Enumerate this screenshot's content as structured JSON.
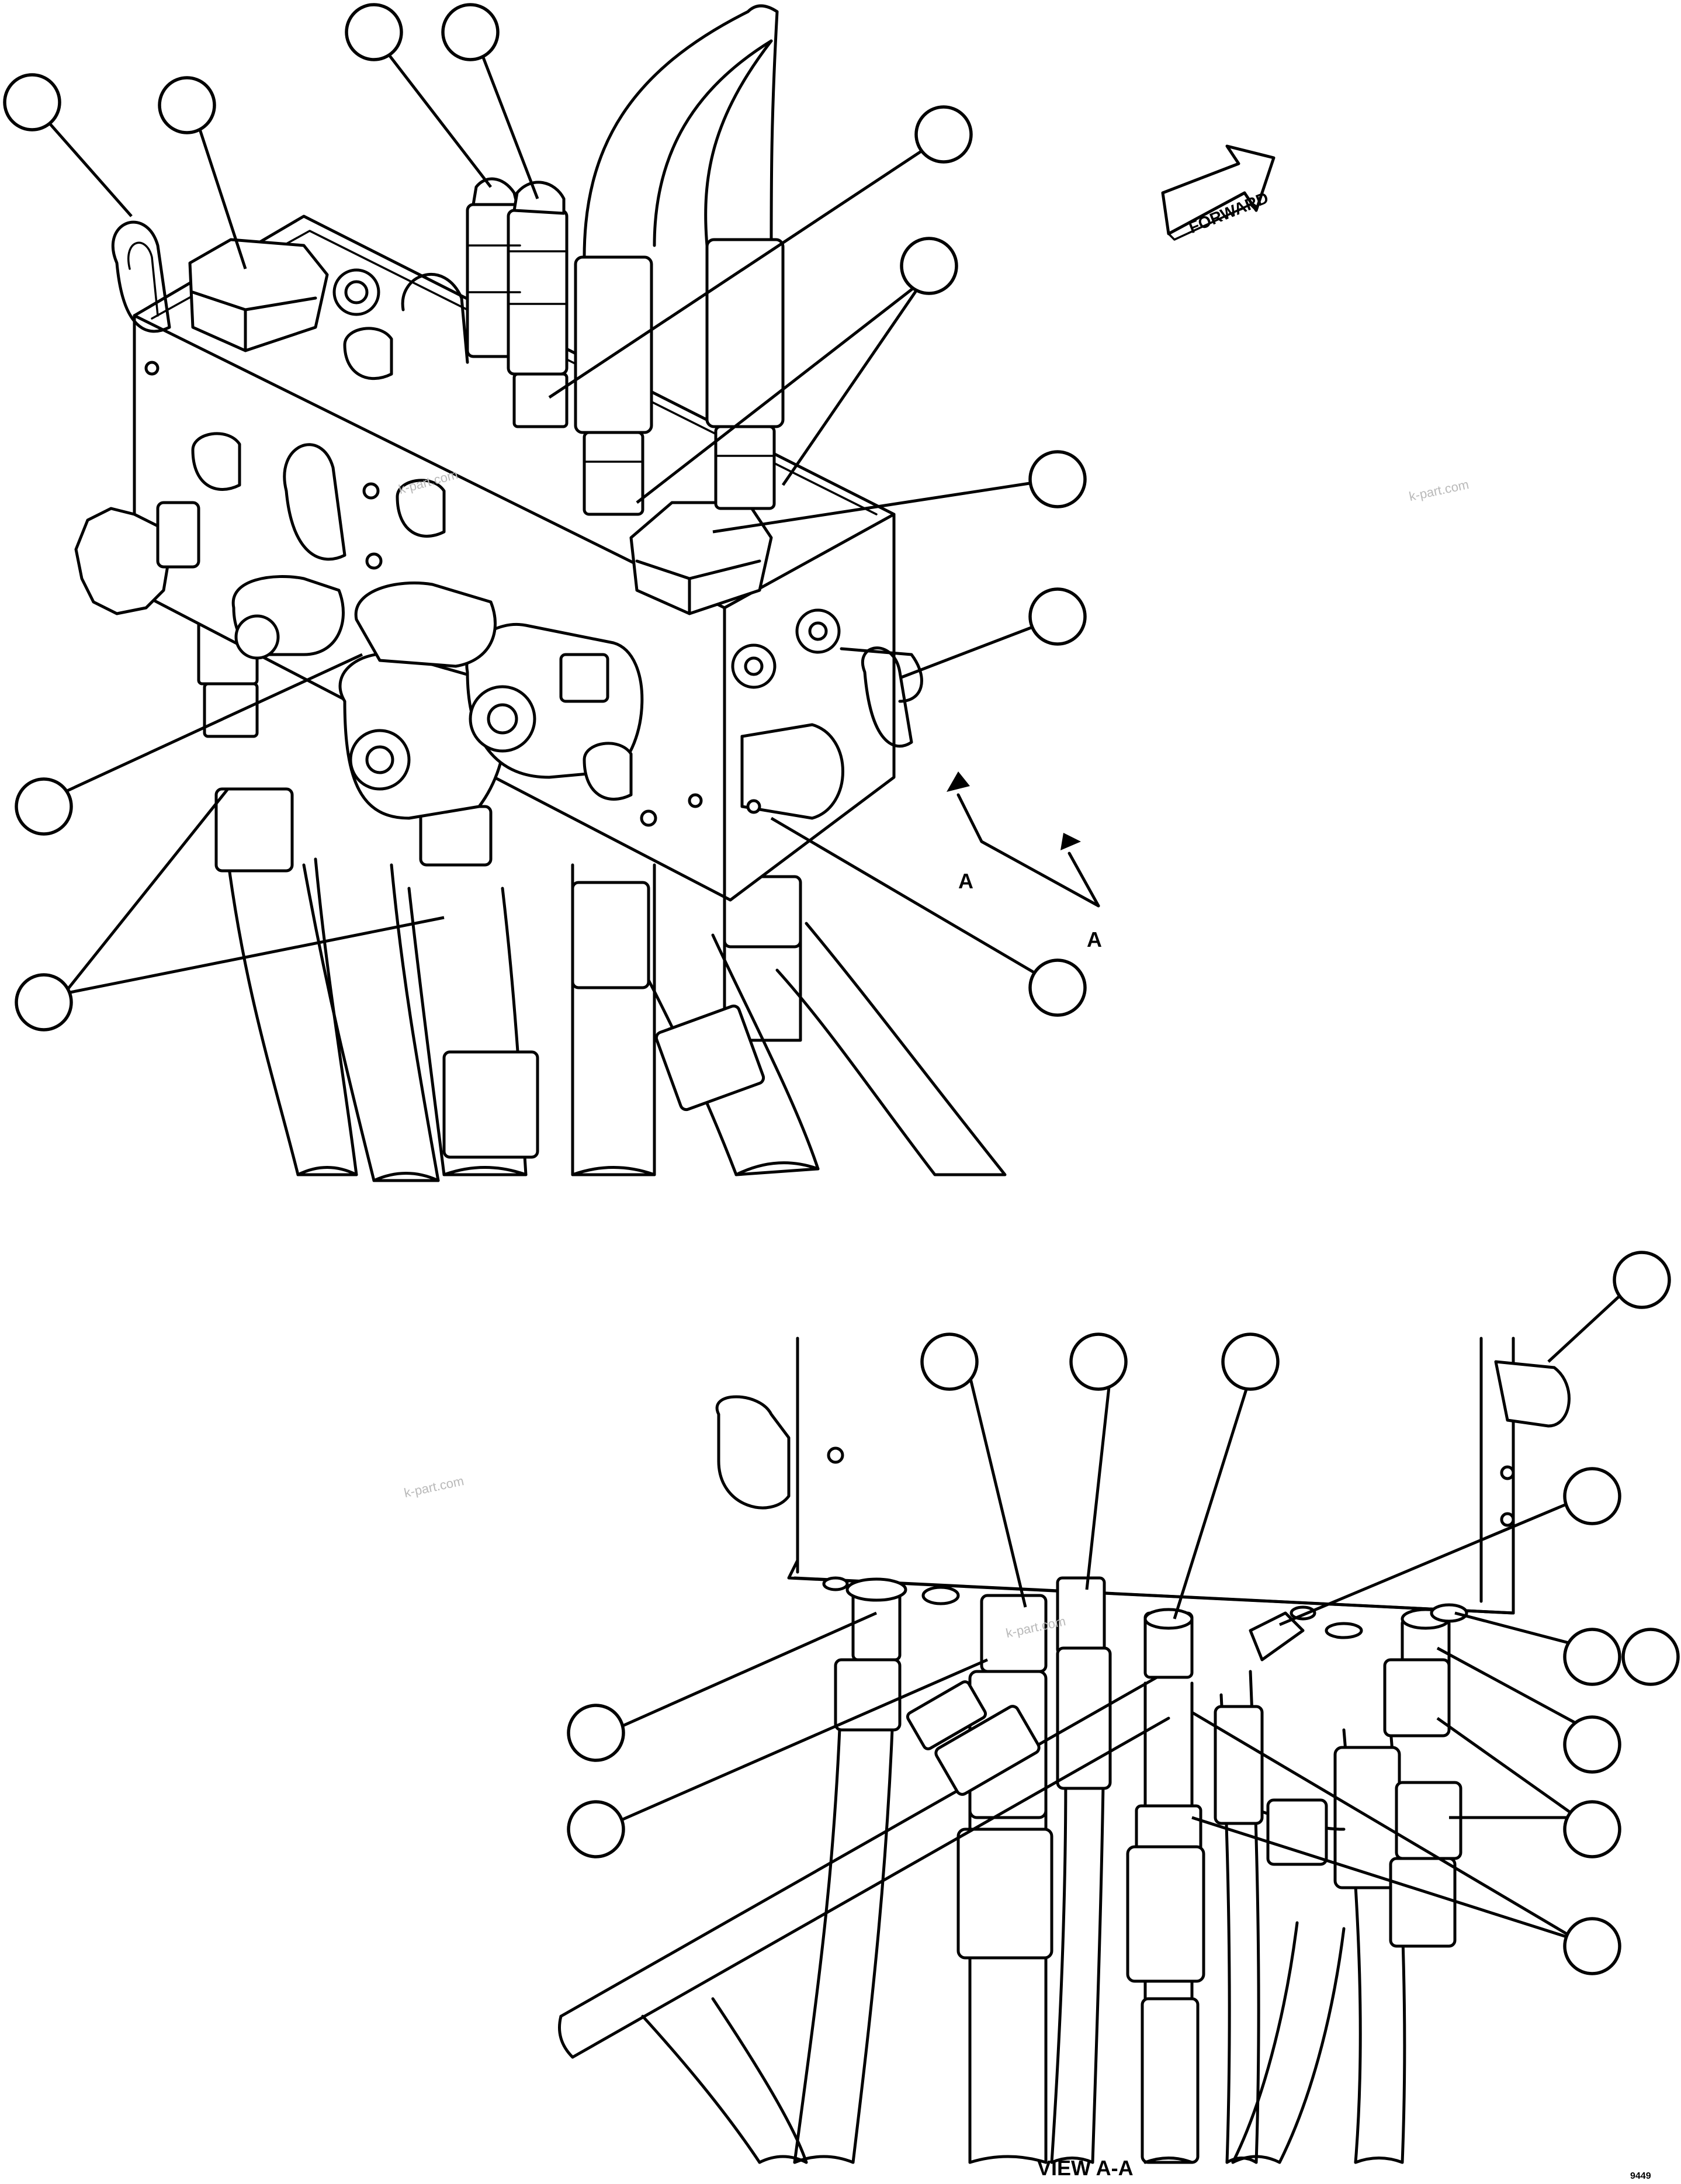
{
  "labels": {
    "forward": "FORWARD",
    "section_a_left": "A",
    "section_a_right": "A",
    "view_title": "VIEW A-A",
    "figure_id": "9449"
  },
  "watermarks": [
    "k-part.com",
    "k-part.com",
    "k-part.com",
    "k-part.com"
  ],
  "colors": {
    "line": "#000000",
    "background": "#ffffff",
    "watermark": "#b9b9b9"
  }
}
